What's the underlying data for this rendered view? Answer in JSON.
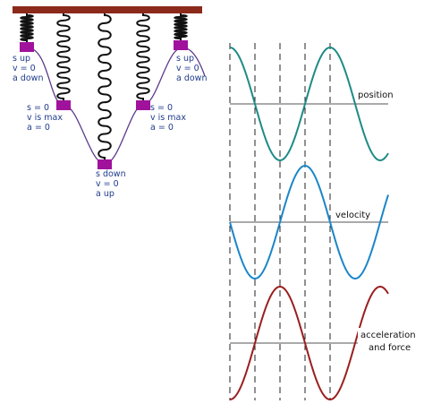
{
  "spring_diagram": {
    "states": [
      {
        "id": "left-top",
        "lines": [
          "s up",
          "v = 0",
          "a down"
        ]
      },
      {
        "id": "left-mid",
        "lines": [
          "s = 0",
          "v is max",
          "a = 0"
        ]
      },
      {
        "id": "bottom",
        "lines": [
          "s down",
          "v = 0",
          "a up"
        ]
      },
      {
        "id": "right-mid",
        "lines": [
          "s = 0",
          "v is max",
          "a = 0"
        ]
      },
      {
        "id": "right-top",
        "lines": [
          "s up",
          "v = 0",
          "a down"
        ]
      }
    ],
    "colors": {
      "ceiling": "#8b2a1a",
      "spring": "#111111",
      "mass": "#a0129c",
      "path": "#5b3a8a",
      "label": "#1f3c8c"
    }
  },
  "graphs": {
    "labels": {
      "position": "position",
      "velocity": "velocity",
      "acceleration_line1": "acceleration",
      "acceleration_line2": "and force"
    },
    "colors": {
      "position": "#1e8a84",
      "velocity": "#1a86c8",
      "acceleration": "#9a1e1e",
      "axis": "#555555",
      "dashes": "#222222"
    }
  }
}
